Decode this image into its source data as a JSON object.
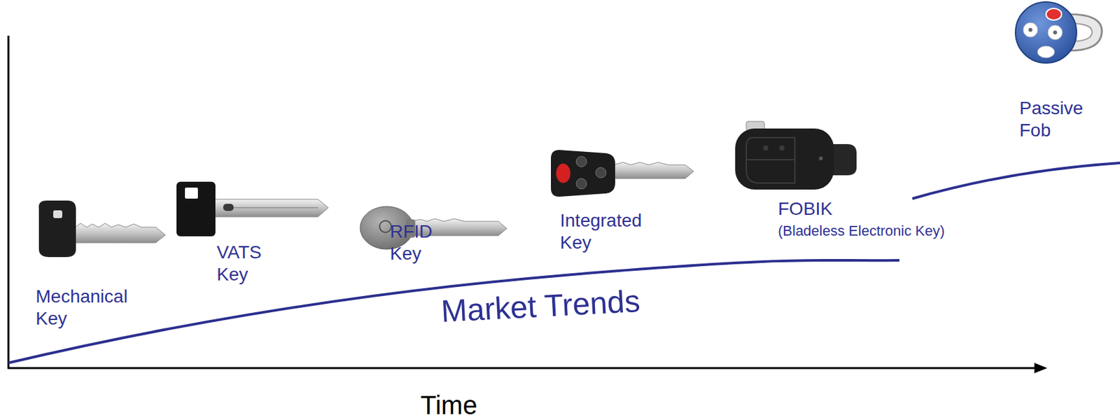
{
  "diagram": {
    "labels": [
      "Mechanical Key",
      "VATS Key",
      "RFID Key",
      "Integrated Key",
      "FOBIK",
      "(Bladeless Electronic Key)",
      "Passive Fob",
      "Market Trends",
      "Time"
    ]
  }
}
